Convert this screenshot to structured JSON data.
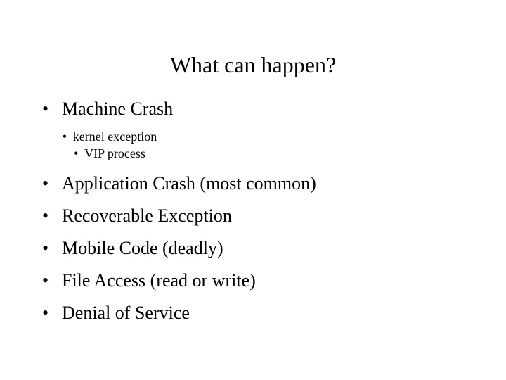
{
  "slide": {
    "title": "What can happen?",
    "bullet_glyph": "•",
    "sub_bullet_glyph": "•",
    "text_color": "#000000",
    "background_color": "#ffffff",
    "items": [
      {
        "label": "Machine Crash",
        "level": 1,
        "children": [
          {
            "label": "kernel exception",
            "level": 2
          },
          {
            "label": "VIP process",
            "level": 2
          }
        ]
      },
      {
        "label": "Application Crash (most common)",
        "level": 1
      },
      {
        "label": "Recoverable Exception",
        "level": 1
      },
      {
        "label": "Mobile Code (deadly)",
        "level": 1
      },
      {
        "label": "File Access (read or write)",
        "level": 1
      },
      {
        "label": "Denial of Service",
        "level": 1
      }
    ]
  }
}
